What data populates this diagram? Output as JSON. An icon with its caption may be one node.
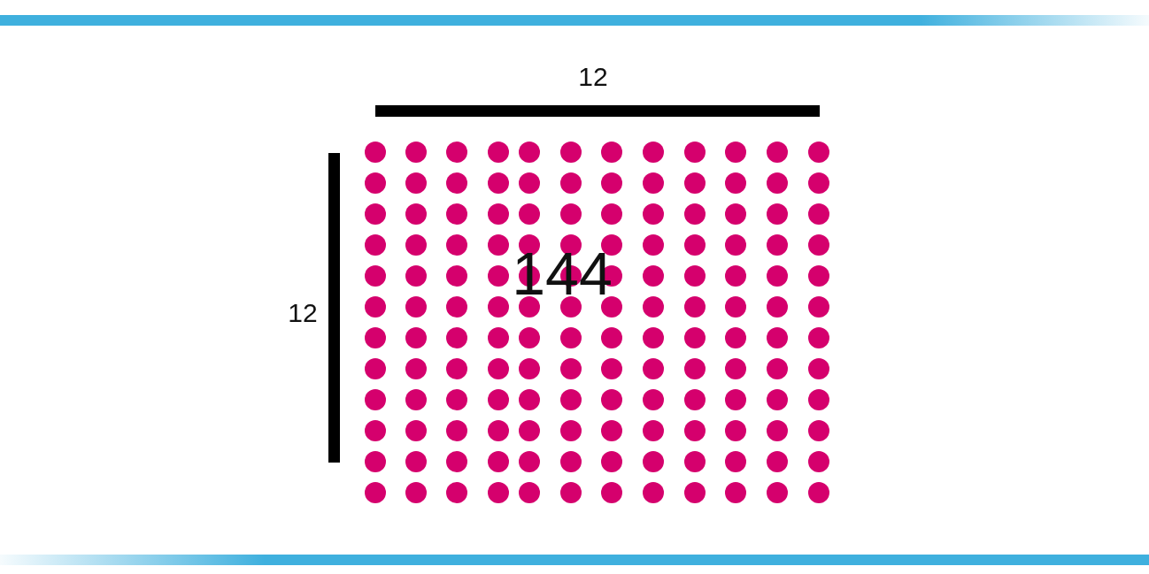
{
  "diagram": {
    "labels": [
      "12",
      "12",
      "144"
    ]
  }
}
